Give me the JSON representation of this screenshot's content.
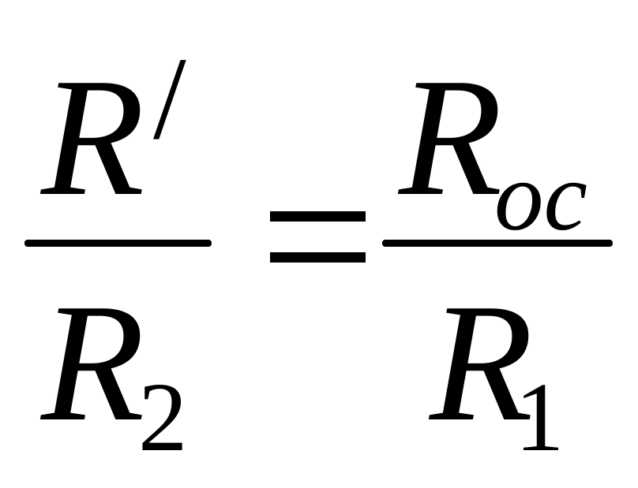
{
  "formula": {
    "left": {
      "numerator": {
        "symbol": "R",
        "mark": "/"
      },
      "denominator": {
        "symbol": "R",
        "subscript": "2"
      }
    },
    "relation": "=",
    "right": {
      "numerator": {
        "symbol": "R",
        "subscript": "oc"
      },
      "denominator": {
        "symbol": "R",
        "subscript": "1"
      }
    }
  }
}
